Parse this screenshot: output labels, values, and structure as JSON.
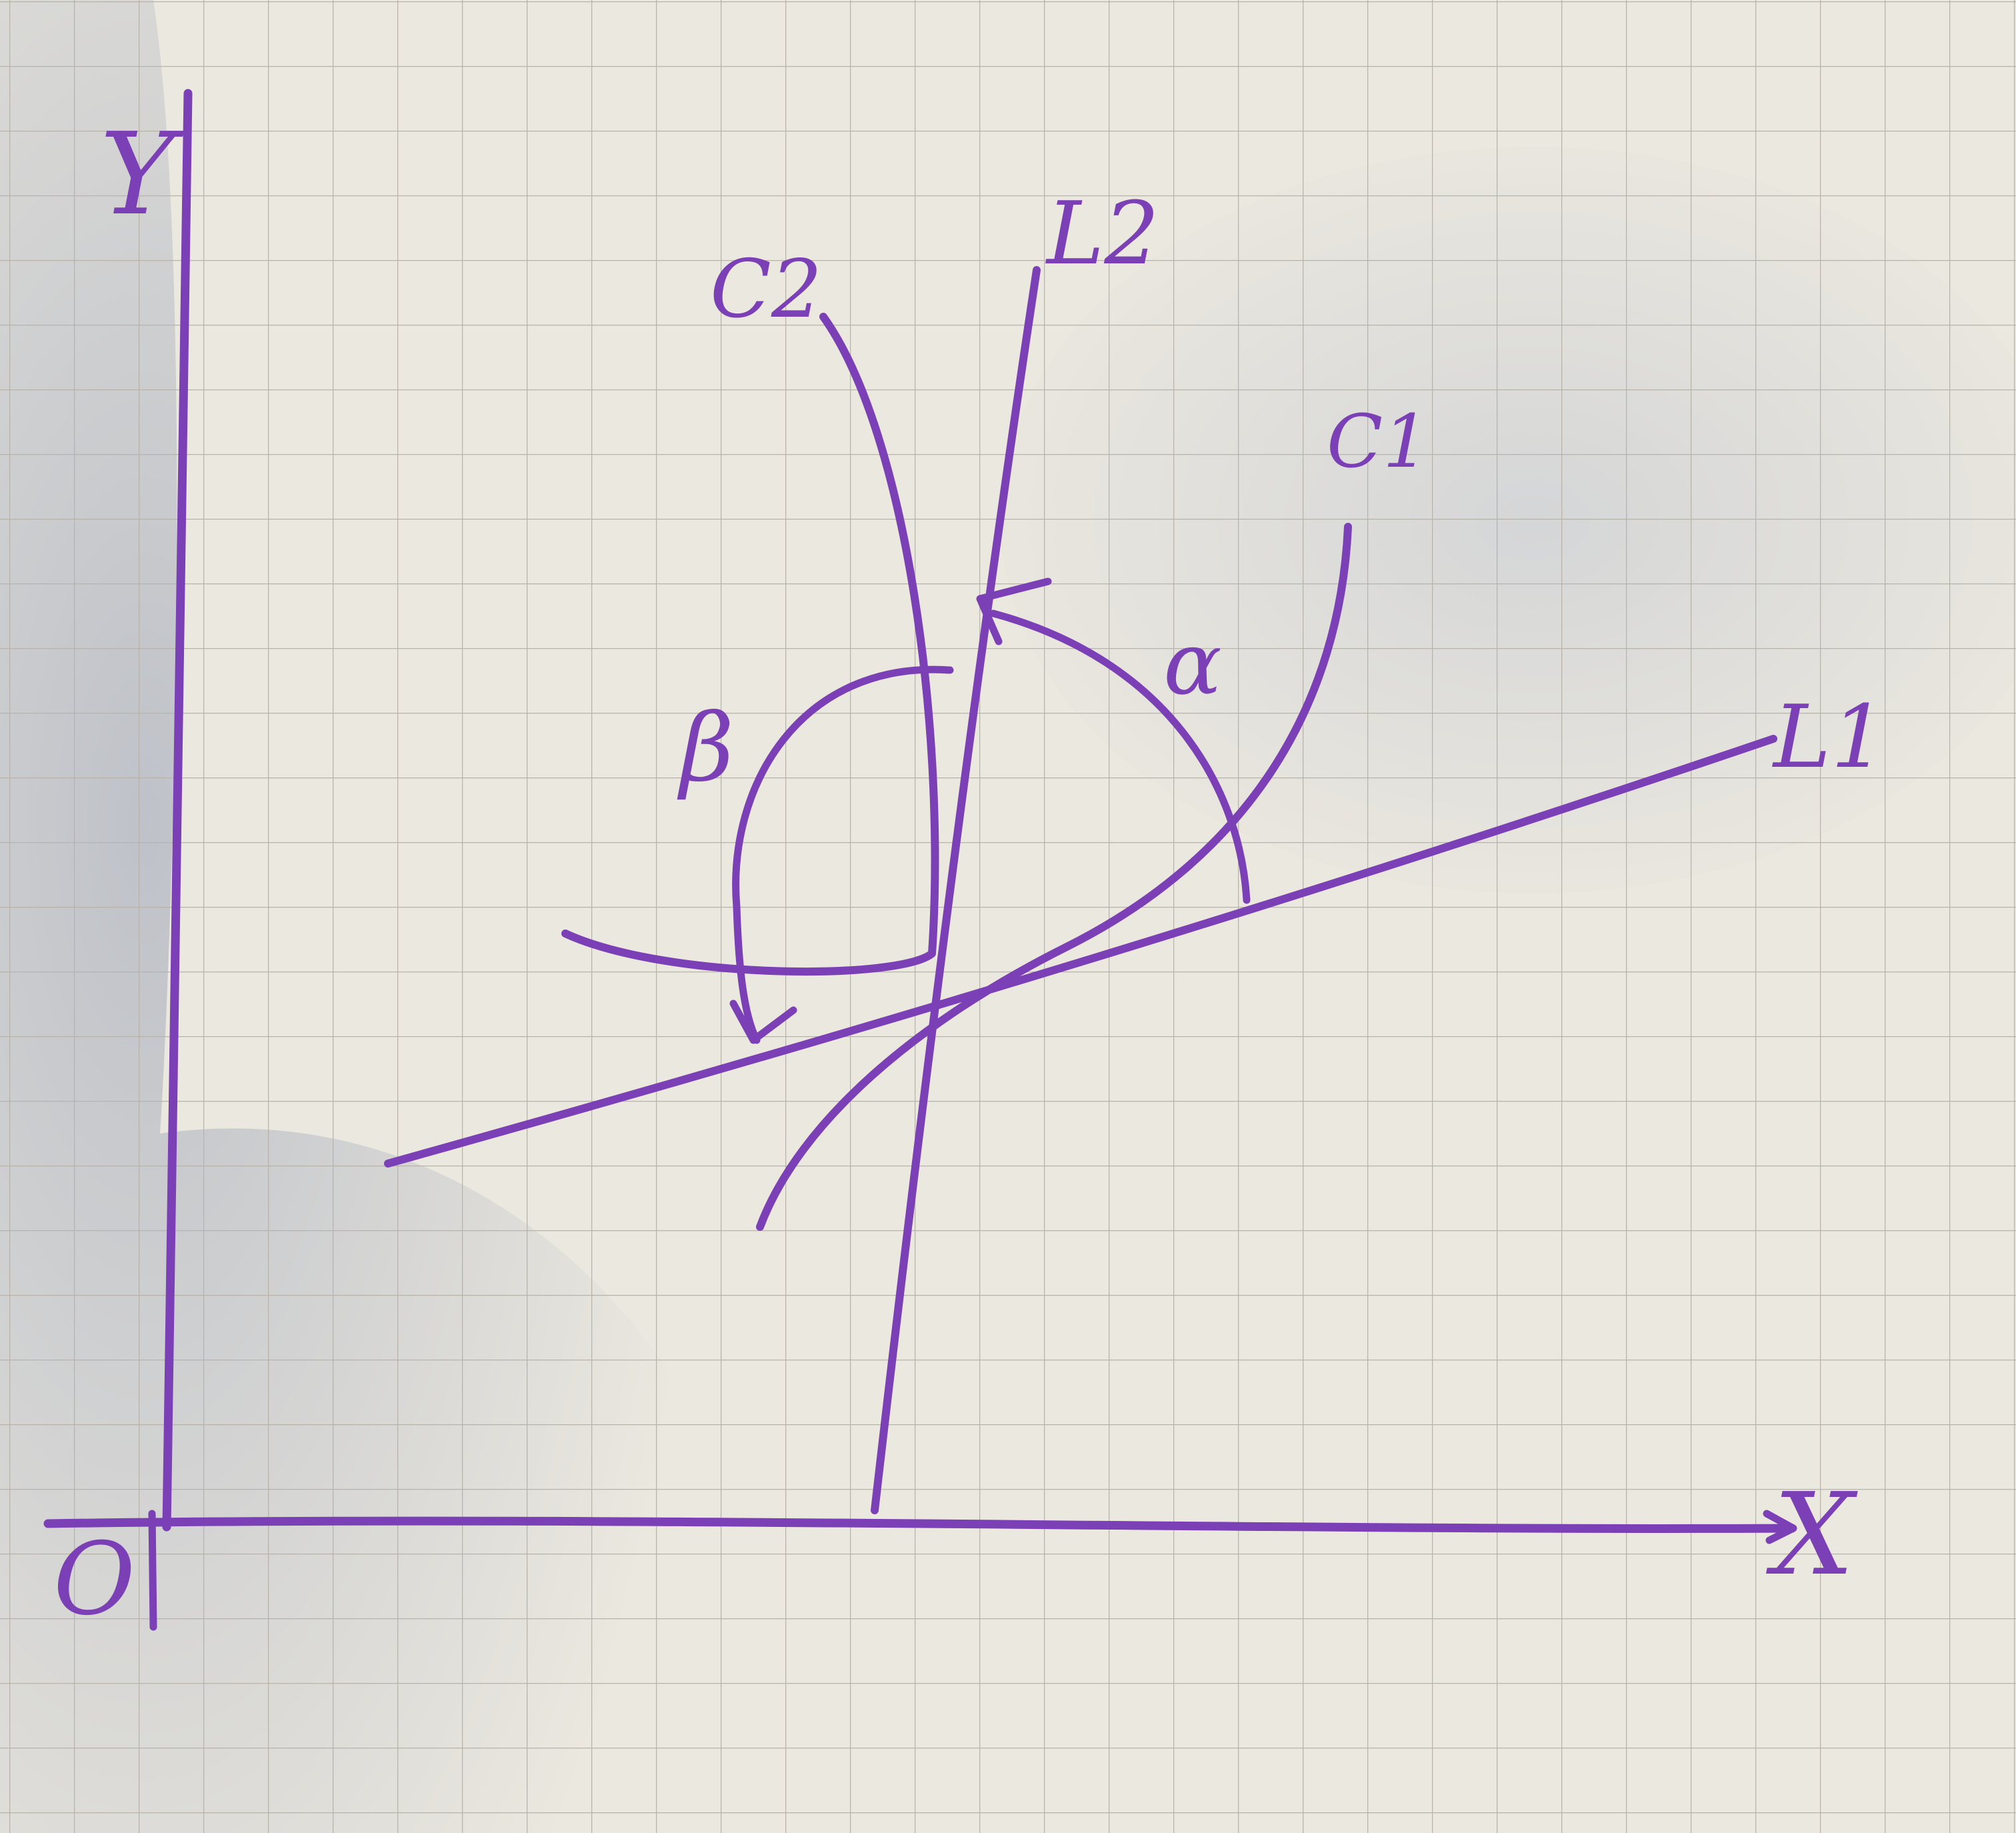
{
  "diagram": {
    "labels": {
      "y_axis": "Y",
      "x_axis": "X",
      "origin": "O",
      "line_1": "L1",
      "line_2": "L2",
      "curve_1": "C1",
      "curve_2": "C2",
      "angle_alpha": "α",
      "angle_beta": "β"
    }
  },
  "colors": {
    "ink": "#7b3fb6",
    "paper": "#ebe8df",
    "grid": "#b7b3ab",
    "shadow": "#aeb4c4"
  }
}
